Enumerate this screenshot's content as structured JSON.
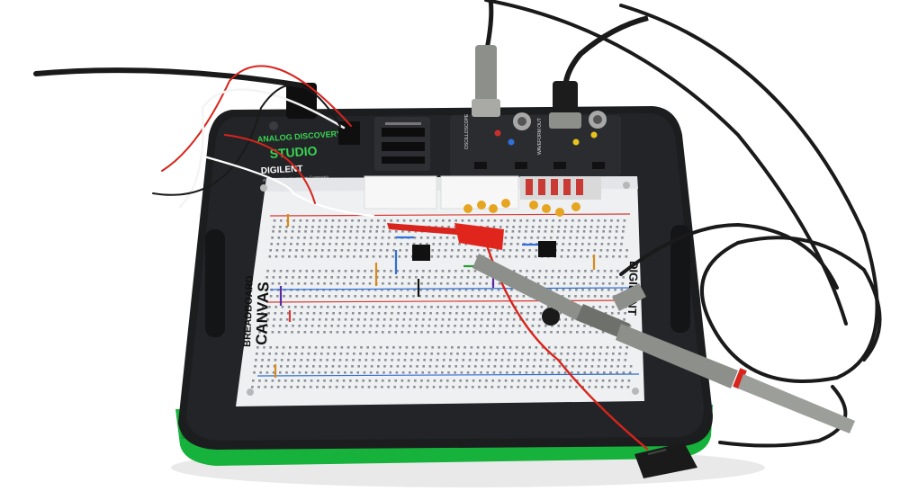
{
  "device": {
    "brand_line1": "ANALOG DISCOVERY",
    "brand_line2": "STUDIO",
    "maker": "DIGILENT",
    "maker_tagline": "A National Instruments Company",
    "section_scope": "OSCILLOSCOPE",
    "section_wavegen": "WAVEFORM OUT"
  },
  "breadboard": {
    "label_line1": "BREADBOARD",
    "label_line2": "CANVAS",
    "side_brand": "DIGILENT"
  },
  "colors": {
    "case": "#1c1d1f",
    "case_edge": "#2c2d30",
    "green_base": "#16b23b",
    "breadboard": "#eef0f2",
    "probe_grey": "#8d8f8b",
    "clip_red": "#e0261c",
    "wire_red": "#d8241c",
    "cable_black": "#1a1a1a",
    "accent_green": "#39d353"
  }
}
